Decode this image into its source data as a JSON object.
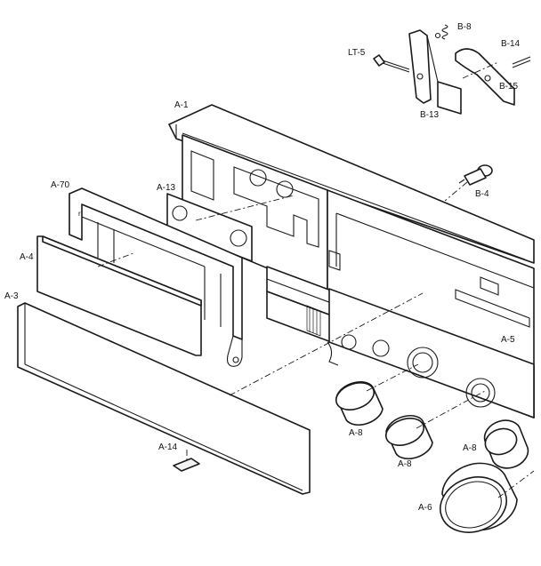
{
  "labels": {
    "a1": "A-1",
    "a3": "A-3",
    "a4": "A-4",
    "a5": "A-5",
    "a6": "A-6",
    "a8": "A-8",
    "a13": "A-13",
    "a14": "A-14",
    "a70": "A-70",
    "b4": "B-4",
    "b8": "B-8",
    "b13": "B-13",
    "b14": "B-14",
    "b15": "B-15",
    "lt5": "LT-5"
  },
  "colors": {
    "ink": "#1a1a1a",
    "paper": "#ffffff"
  }
}
